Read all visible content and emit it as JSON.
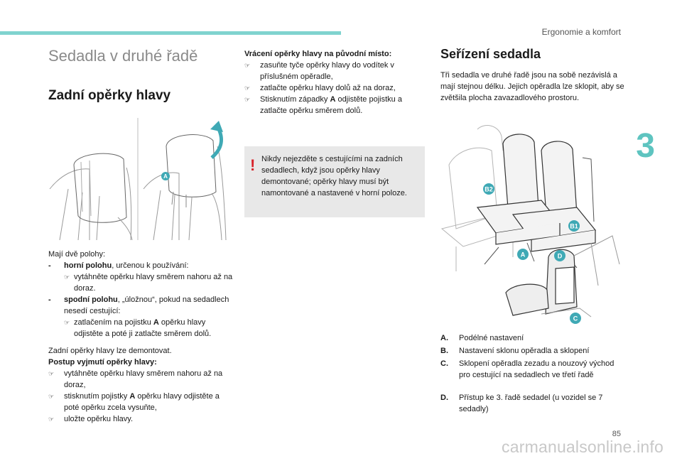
{
  "header": {
    "chapter_title": "Ergonomie a komfort",
    "chapter_number": "3",
    "page_number": "85"
  },
  "watermark": "carmanualsonline.info",
  "left": {
    "section_title": "Sedadla v druhé řadě",
    "subsection_title": "Zadní opěrky hlavy",
    "figure_label_a": "A",
    "positions_intro": "Mají dvě polohy:",
    "upper_dash": "-",
    "upper_bold": "horní polohu",
    "upper_rest": ", určenou k používání:",
    "upper_step": "vytáhněte opěrku hlavy směrem nahoru až na doraz.",
    "lower_dash": "-",
    "lower_bold": "spodní polohu",
    "lower_rest": ", „úložnou“, pokud na sedadlech nesedí cestující:",
    "lower_step_pre": "zatlačením na pojistku ",
    "lower_step_key": "A",
    "lower_step_post": " opěrku hlavy odjistěte a poté ji zatlačte směrem dolů.",
    "removable": "Zadní opěrky hlavy lze demontovat.",
    "removal_title": "Postup vyjmutí opěrky hlavy:",
    "removal_step1": "vytáhněte opěrku hlavy směrem nahoru až na doraz,",
    "removal_step2_pre": "stisknutím pojistky ",
    "removal_step2_key": "A",
    "removal_step2_post": " opěrku hlavy odjistěte a poté opěrku zcela vysuňte,",
    "removal_step3": "uložte opěrku hlavy."
  },
  "middle": {
    "return_title": "Vrácení opěrky hlavy na původní místo:",
    "return_step1": "zasuňte tyče opěrky hlavy do vodítek v příslušném opěradle,",
    "return_step2": "zatlačte opěrku hlavy dolů až na doraz,",
    "return_step3_pre": "Stisknutím západky ",
    "return_step3_key": "A",
    "return_step3_post": " odjistěte pojistku a zatlačte opěrku směrem dolů.",
    "warning_mark": "!",
    "warning": "Nikdy nejezděte s cestujícími na zadních sedadlech, když jsou opěrky hlavy demontované; opěrky hlavy musí být namontované a nastavené v horní poloze."
  },
  "right": {
    "title": "Seřízení sedadla",
    "intro": "Tři sedadla ve druhé řadě jsou na sobě nezávislá a mají stejnou délku. Jejich opěradla lze sklopit, aby se zvětšila plocha zavazadlového prostoru.",
    "figure_labels": {
      "b2": "B2",
      "b1": "B1",
      "a": "A",
      "d": "D",
      "c": "C"
    },
    "legend": [
      {
        "key": "A.",
        "text": "Podélné nastavení"
      },
      {
        "key": "B.",
        "text": "Nastavení sklonu opěradla a sklopení"
      },
      {
        "key": "C.",
        "text": "Sklopení opěradla zezadu a nouzový východ pro cestující na sedadlech ve třetí řadě"
      },
      {
        "key": "D.",
        "text": "Přístup ke 3. řadě sedadel (u vozidel se 7 sedadly)"
      }
    ]
  },
  "colors": {
    "accent": "#7fd3cf",
    "chapter_number": "#5ec4c0",
    "label_badge": "#3fa9b5",
    "warning": "#d8232a",
    "note_bg": "#e8e8e8"
  },
  "icons": {
    "bullet": "pointing-finger-icon",
    "warning": "exclamation-icon"
  }
}
